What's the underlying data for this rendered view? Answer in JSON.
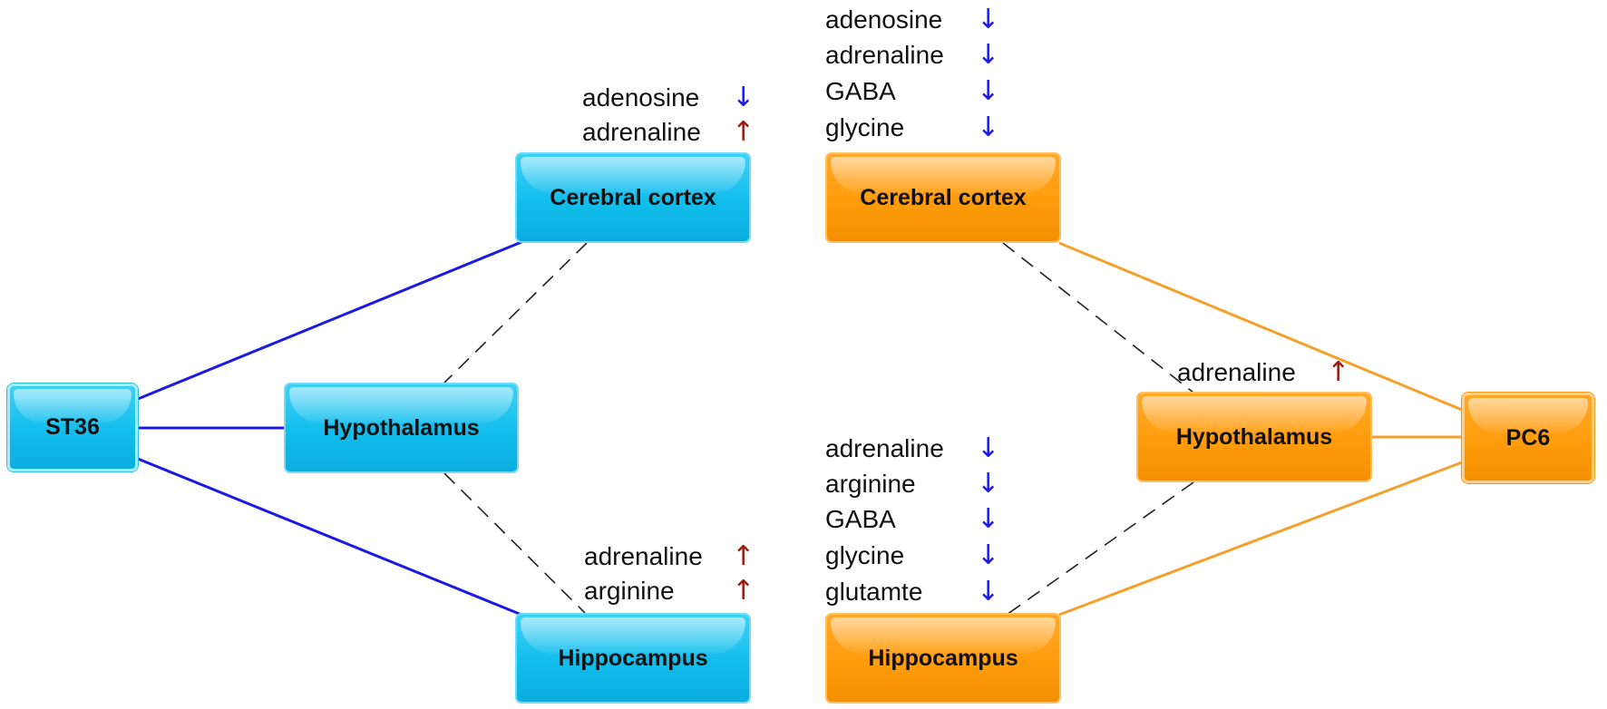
{
  "nodes": {
    "st36": "ST36",
    "left_cortex": "Cerebral cortex",
    "left_hypothalamus": "Hypothalamus",
    "left_hippocampus": "Hippocampus",
    "right_cortex": "Cerebral cortex",
    "right_hypothalamus": "Hypothalamus",
    "right_hippocampus": "Hippocampus",
    "pc6": "PC6"
  },
  "labels": {
    "left_cortex": [
      {
        "name": "adenosine",
        "trend": "↓"
      },
      {
        "name": "adrenaline",
        "trend": "↑"
      }
    ],
    "left_hippocampus": [
      {
        "name": "adrenaline",
        "trend": "↑"
      },
      {
        "name": "arginine",
        "trend": "↑"
      }
    ],
    "right_cortex": [
      {
        "name": "adenosine",
        "trend": "↓"
      },
      {
        "name": "adrenaline",
        "trend": "↓"
      },
      {
        "name": "GABA",
        "trend": "↓"
      },
      {
        "name": "glycine",
        "trend": "↓"
      }
    ],
    "right_hypothalamus": [
      {
        "name": "adrenaline",
        "trend": "↑"
      }
    ],
    "right_hippocampus": [
      {
        "name": "adrenaline",
        "trend": "↓"
      },
      {
        "name": "arginine",
        "trend": "↓"
      },
      {
        "name": "GABA",
        "trend": "↓"
      },
      {
        "name": "glycine",
        "trend": "↓"
      },
      {
        "name": "glutamte",
        "trend": "↓"
      }
    ]
  },
  "colors": {
    "st36_side": "#12bdec",
    "pc6_side": "#ff9c0c",
    "st36_links": "#1a1ae6",
    "pc6_links": "#f5a02a",
    "dashed_links": "#222222",
    "increase_arrow": "#9b1a0e",
    "decrease_arrow": "#1a1ae6"
  }
}
